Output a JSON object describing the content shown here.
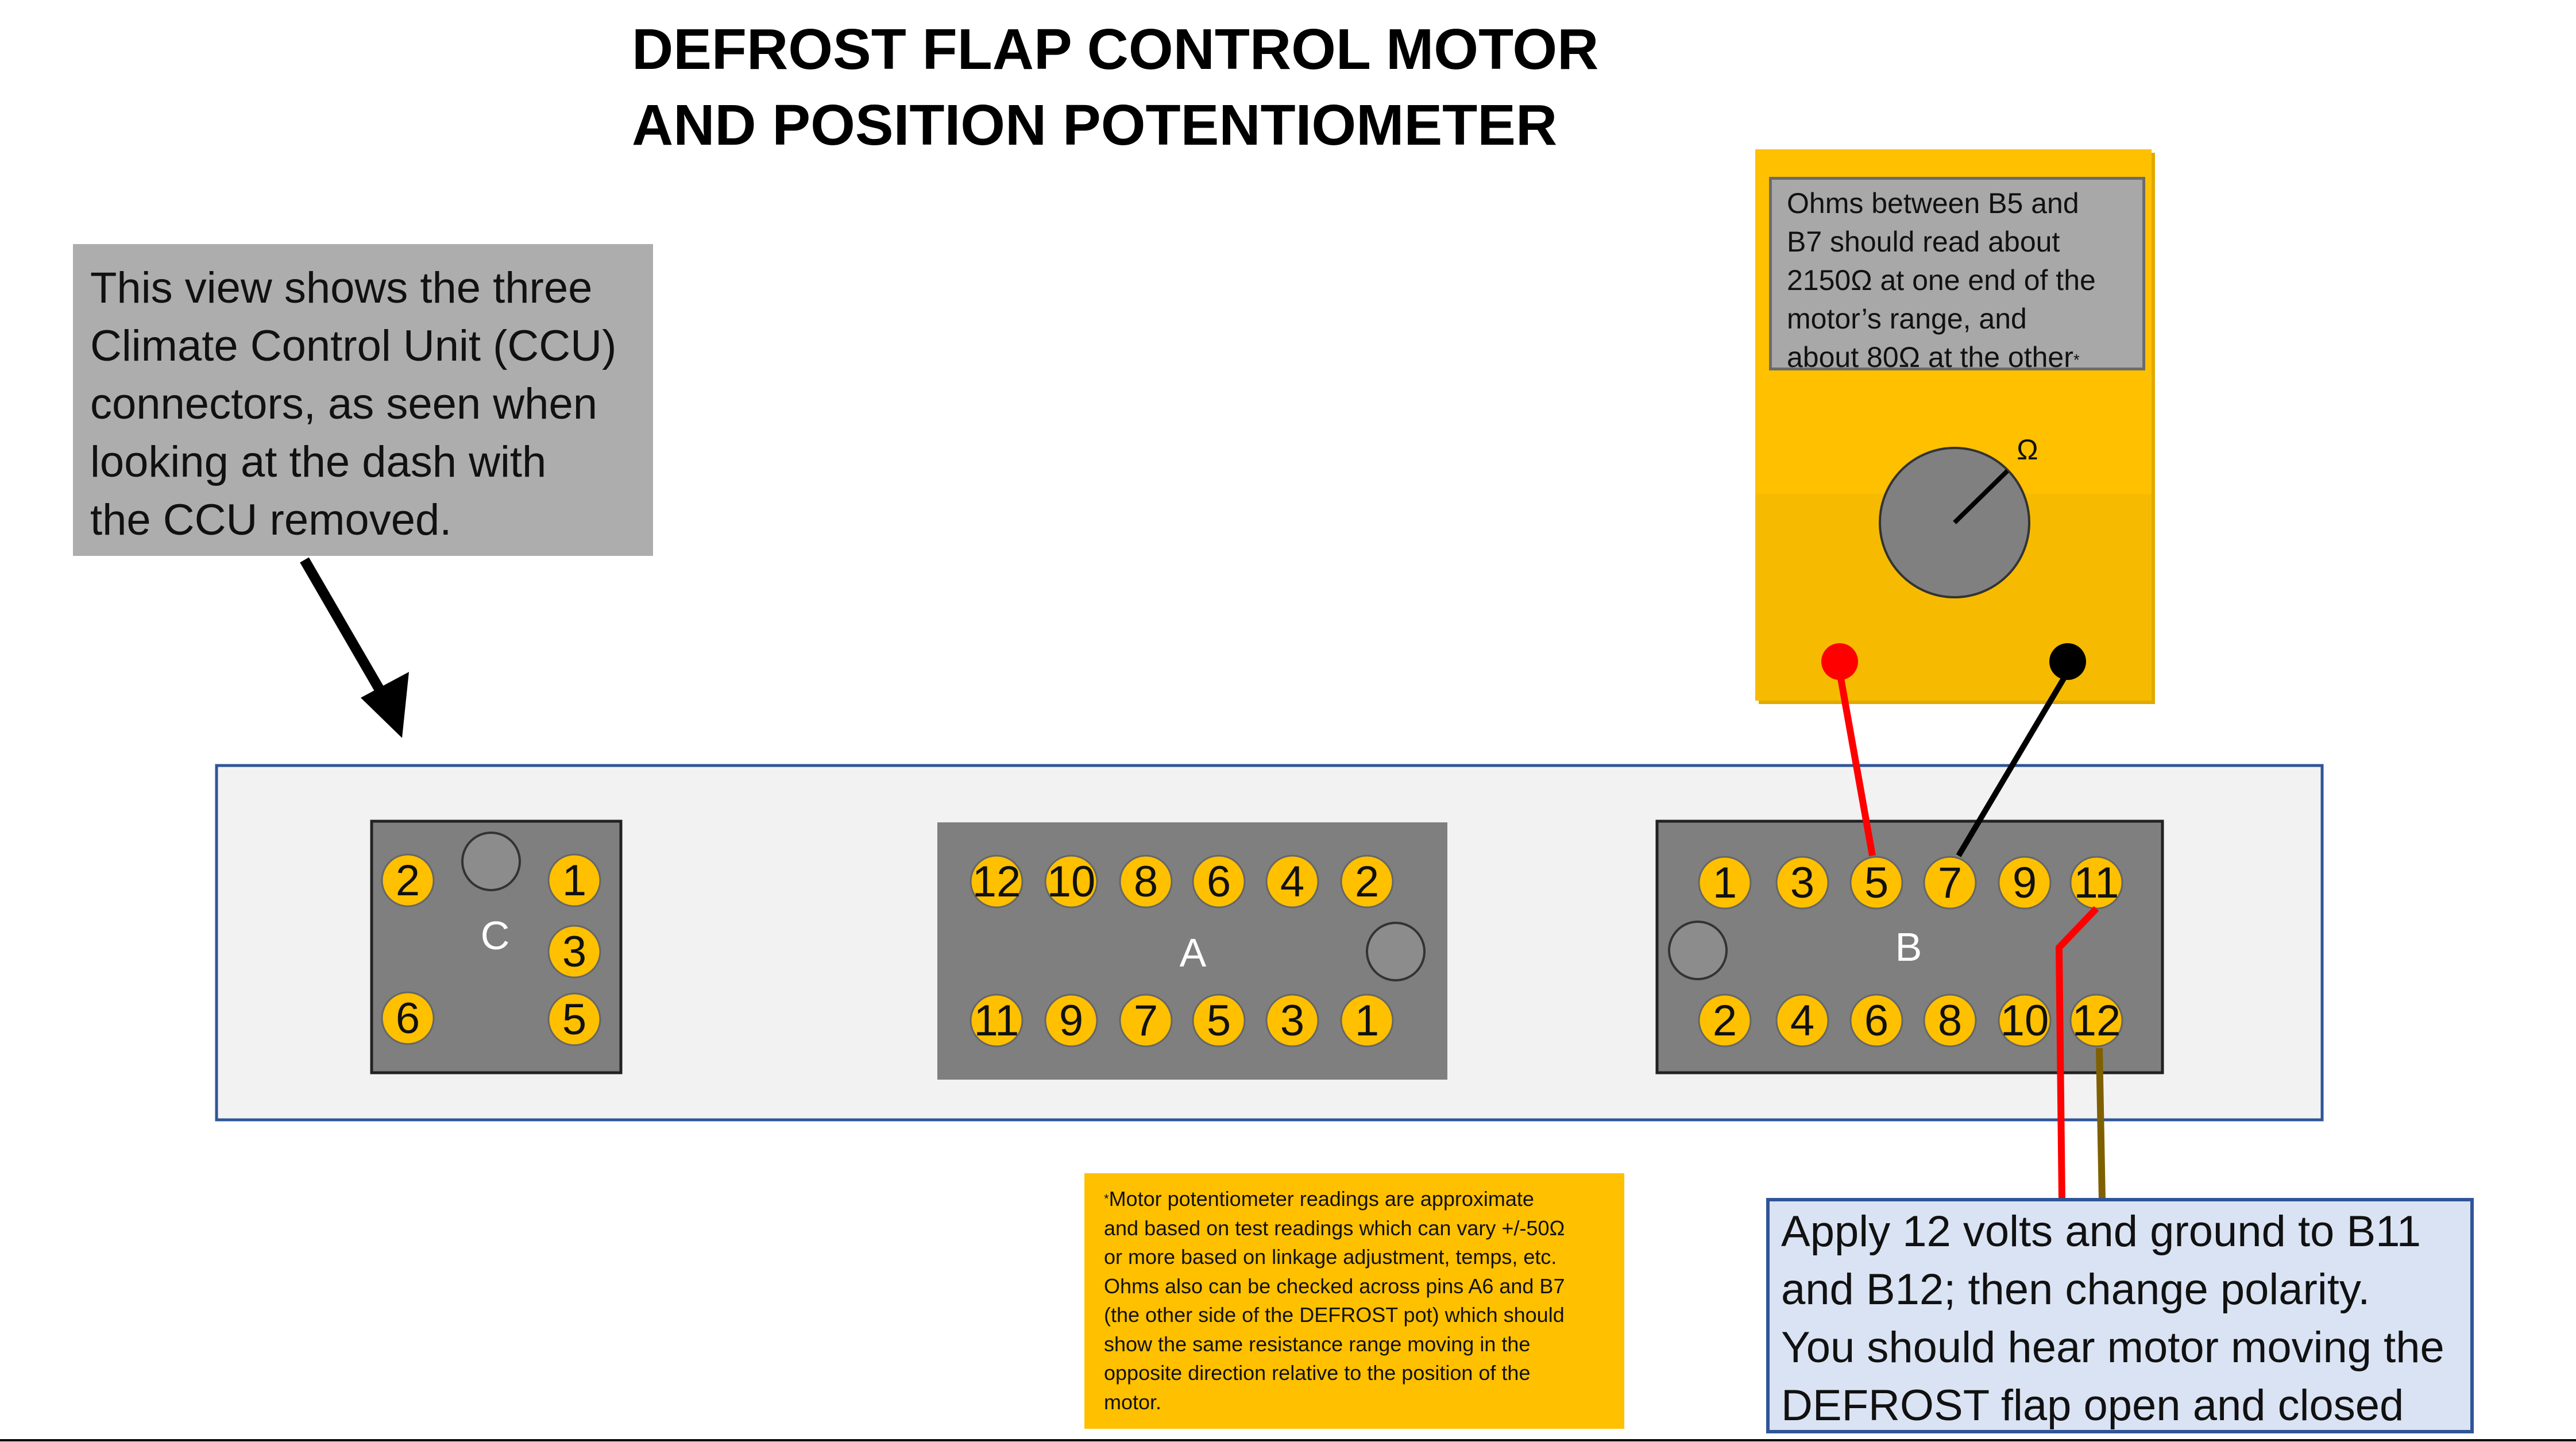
{
  "title": {
    "line1": "DEFROST FLAP CONTROL MOTOR",
    "line2": "AND POSITION POTENTIOMETER"
  },
  "ccu_note": {
    "lines": [
      "This view shows the three",
      "Climate Control Unit (CCU)",
      "connectors, as seen when",
      "looking at the dash with",
      "the CCU removed."
    ]
  },
  "meter": {
    "text_lines": [
      "Ohms between B5 and",
      "B7 should read about",
      "2150Ω at one end of the",
      "motor’s range, and",
      "about  80Ω at the other"
    ],
    "footnote_mark": "*",
    "dial_symbol": "Ω",
    "colors": {
      "body": "#ffc000",
      "body_shadow": "#e0a800",
      "red_probe": "#ff0000",
      "black_probe": "#000000"
    }
  },
  "connectors": {
    "C": {
      "label": "C",
      "pins": [
        "2",
        "1",
        "3",
        "6",
        "5"
      ]
    },
    "A": {
      "label": "A",
      "top_row": [
        "12",
        "10",
        "8",
        "6",
        "4",
        "2"
      ],
      "bottom_row": [
        "11",
        "9",
        "7",
        "5",
        "3",
        "1"
      ]
    },
    "B": {
      "label": "B",
      "top_row": [
        "1",
        "3",
        "5",
        "7",
        "9",
        "11"
      ],
      "bottom_row": [
        "2",
        "4",
        "6",
        "8",
        "10",
        "12"
      ]
    }
  },
  "footnote": {
    "mark": "*",
    "lines": [
      "Motor potentiometer readings are approximate",
      "and based on test readings which can vary +/-50Ω",
      "or more based on linkage adjustment, temps, etc.",
      "Ohms also can be checked across pins A6 and B7",
      "(the other side of the DEFROST pot) which should",
      "show the same resistance range moving in the",
      "opposite direction relative to the position of the",
      "motor."
    ]
  },
  "apply_note": {
    "lines": [
      "Apply 12 volts and ground to B11",
      "and B12;  then change polarity.",
      "You should hear motor moving the",
      "DEFROST flap open and closed"
    ]
  },
  "colors": {
    "pin": "#ffc000",
    "connector": "#7f7f7f",
    "panel": "#f2f2f2",
    "panel_border": "#2f5597",
    "wire_red": "#ff0000",
    "wire_black": "#000000",
    "wire_brown": "#7f6000"
  }
}
